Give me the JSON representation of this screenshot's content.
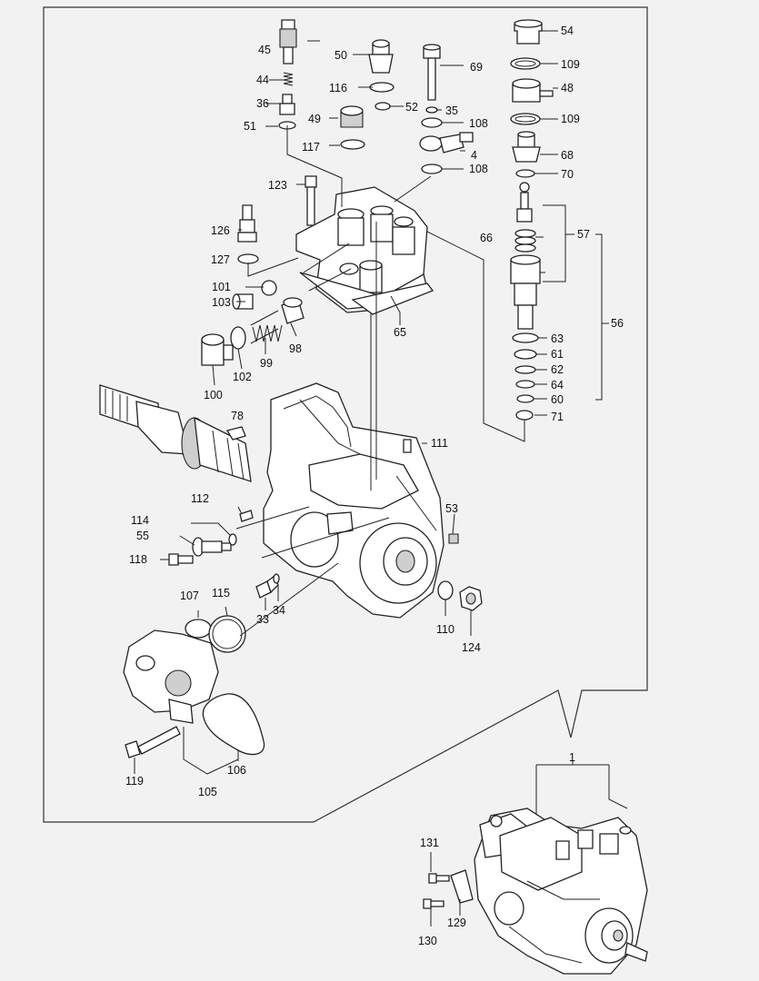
{
  "labels": {
    "p1": "1",
    "p4": "4",
    "p33": "33",
    "p34": "34",
    "p35": "35",
    "p36": "36",
    "p44": "44",
    "p45": "45",
    "p48": "48",
    "p49": "49",
    "p50": "50",
    "p51": "51",
    "p52": "52",
    "p53": "53",
    "p54": "54",
    "p55": "55",
    "p56": "56",
    "p57": "57",
    "p60": "60",
    "p61": "61",
    "p62": "62",
    "p63": "63",
    "p64": "64",
    "p65": "65",
    "p66": "66",
    "p68": "68",
    "p69": "69",
    "p70": "70",
    "p71": "71",
    "p78": "78",
    "p98": "98",
    "p99": "99",
    "p100": "100",
    "p101": "101",
    "p102": "102",
    "p103": "103",
    "p105": "105",
    "p106": "106",
    "p107": "107",
    "p108a": "108",
    "p108b": "108",
    "p109a": "109",
    "p109b": "109",
    "p110": "110",
    "p111": "111",
    "p112": "112",
    "p114": "114",
    "p115": "115",
    "p116": "116",
    "p117": "117",
    "p118": "118",
    "p119": "119",
    "p123": "123",
    "p124": "124",
    "p126": "126",
    "p127": "127",
    "p129": "129",
    "p130": "130",
    "p131": "131"
  }
}
